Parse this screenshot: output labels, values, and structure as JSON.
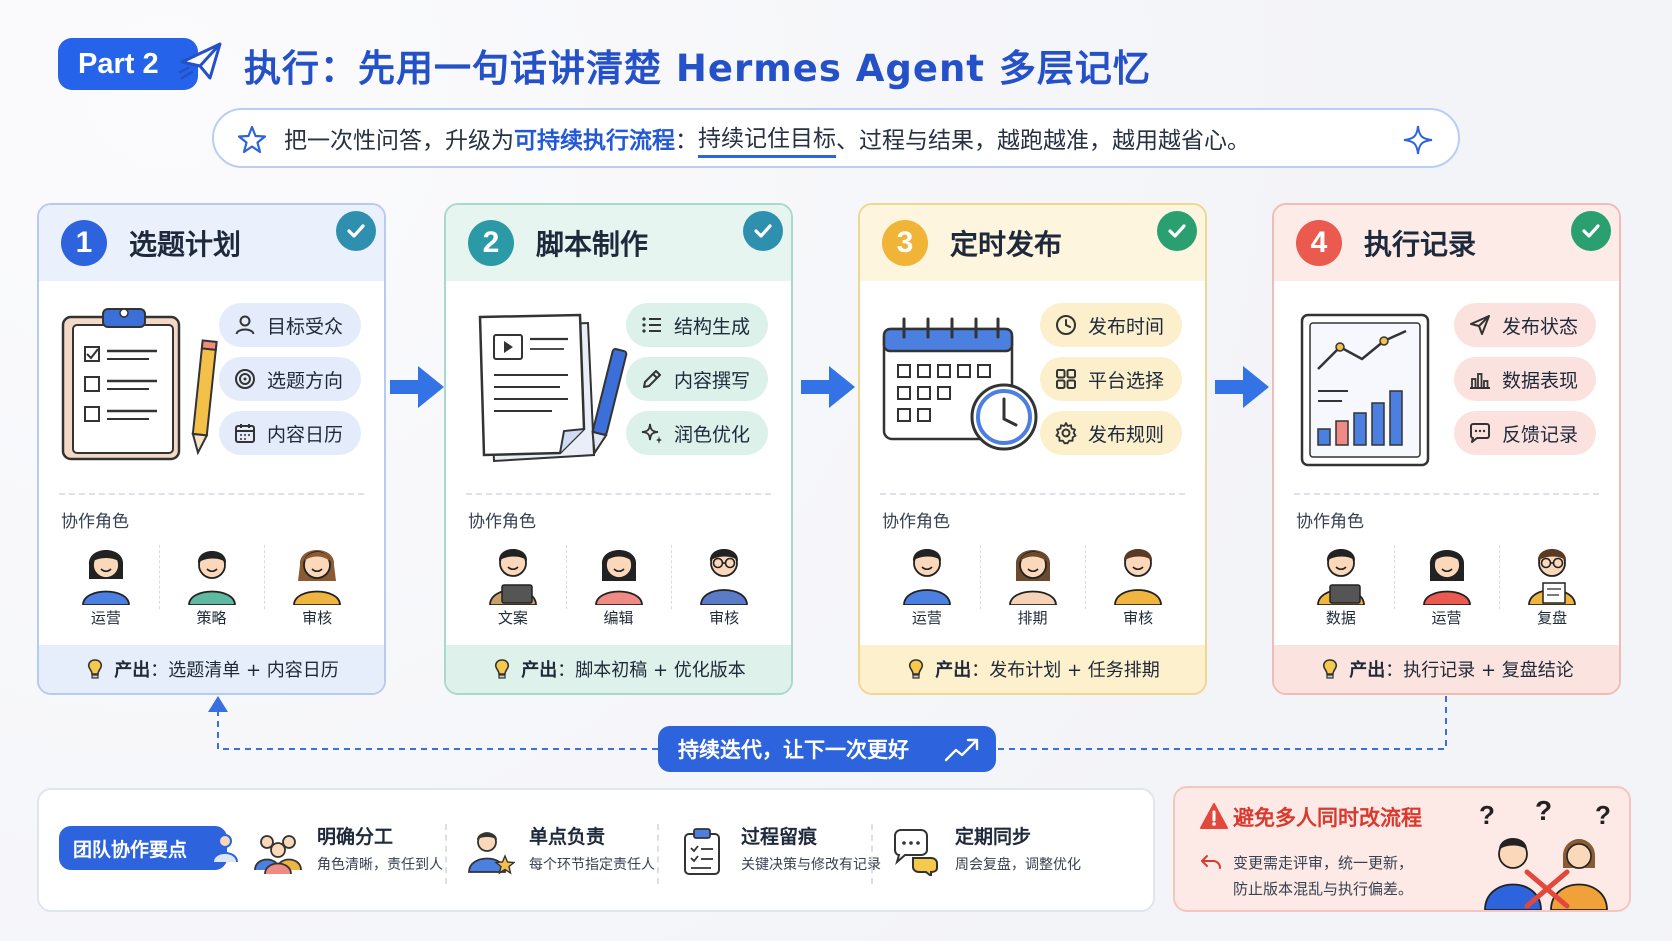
{
  "header": {
    "part_label": "Part 2",
    "title": "执行：先用一句话讲清楚 Hermes Agent 多层记忆",
    "subtitle_pre": "把一次性问答，升级为",
    "subtitle_highlight": "可持续执行流程",
    "subtitle_colon": "：",
    "subtitle_underlined": "持续记住目标",
    "subtitle_post": "、过程与结果，越跑越准，越用越省心。"
  },
  "stages": [
    {
      "number": "1",
      "title": "选题计划",
      "chips": [
        {
          "label": "目标受众",
          "icon": "user-icon"
        },
        {
          "label": "选题方向",
          "icon": "target-icon"
        },
        {
          "label": "内容日历",
          "icon": "calendar-icon"
        }
      ],
      "collab_label": "协作角色",
      "roles": [
        "运营",
        "策略",
        "审核"
      ],
      "output_label": "产出",
      "output_text": "选题清单 + 内容日历"
    },
    {
      "number": "2",
      "title": "脚本制作",
      "chips": [
        {
          "label": "结构生成",
          "icon": "list-icon"
        },
        {
          "label": "内容撰写",
          "icon": "pen-icon"
        },
        {
          "label": "润色优化",
          "icon": "sparkle-icon"
        }
      ],
      "collab_label": "协作角色",
      "roles": [
        "文案",
        "编辑",
        "审核"
      ],
      "output_label": "产出",
      "output_text": "脚本初稿 + 优化版本"
    },
    {
      "number": "3",
      "title": "定时发布",
      "chips": [
        {
          "label": "发布时间",
          "icon": "clock-icon"
        },
        {
          "label": "平台选择",
          "icon": "grid-icon"
        },
        {
          "label": "发布规则",
          "icon": "gear-icon"
        }
      ],
      "collab_label": "协作角色",
      "roles": [
        "运营",
        "排期",
        "审核"
      ],
      "output_label": "产出",
      "output_text": "发布计划 + 任务排期"
    },
    {
      "number": "4",
      "title": "执行记录",
      "chips": [
        {
          "label": "发布状态",
          "icon": "send-icon"
        },
        {
          "label": "数据表现",
          "icon": "bar-chart-icon"
        },
        {
          "label": "反馈记录",
          "icon": "comment-icon"
        }
      ],
      "collab_label": "协作角色",
      "roles": [
        "数据",
        "运营",
        "复盘"
      ],
      "output_label": "产出",
      "output_text": "执行记录 + 复盘结论"
    }
  ],
  "loop": {
    "label": "持续迭代，让下一次更好"
  },
  "team": {
    "label": "团队协作要点",
    "tips": [
      {
        "title": "明确分工",
        "desc": "角色清晰，责任到人",
        "icon": "team-icon"
      },
      {
        "title": "单点负责",
        "desc": "每个环节指定责任人",
        "icon": "owner-star-icon"
      },
      {
        "title": "过程留痕",
        "desc": "关键决策与修改有记录",
        "icon": "clipboard-icon"
      },
      {
        "title": "定期同步",
        "desc": "周会复盘，调整优化",
        "icon": "chat-bubbles-icon"
      }
    ]
  },
  "warning": {
    "title": "避免多人同时改流程",
    "line1": "变更需走评审，统一更新，",
    "line2": "防止版本混乱与执行偏差。"
  },
  "colors": {
    "primary_blue": "#2d63dd",
    "stage1": "#2d63dd",
    "stage2": "#2b9aa6",
    "stage3": "#f0b436",
    "stage4": "#ea5a4e",
    "warning_red": "#d93a2f"
  }
}
